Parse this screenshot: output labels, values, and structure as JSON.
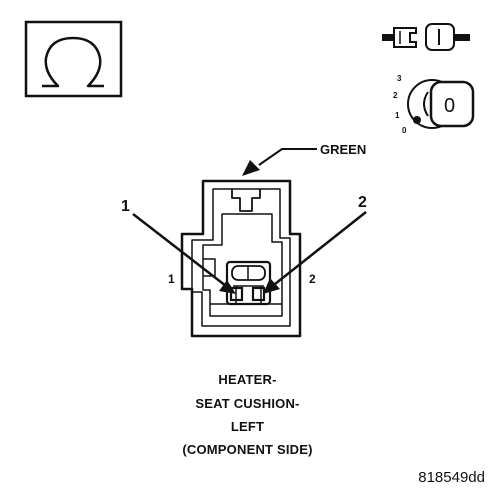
{
  "symbols": {
    "meter_icon": "ohm-symbol-icon",
    "meter_glyph": "Ω",
    "connector_icon": "connector-unplugged-icon",
    "ignition_icon": "ignition-switch-icon",
    "ignition_positions": [
      "3",
      "2",
      "1",
      "0"
    ],
    "ignition_key_label": "0"
  },
  "connector": {
    "wire_color_label": "GREEN",
    "callout_left": "1",
    "callout_right": "2",
    "pin_left": "1",
    "pin_right": "2"
  },
  "caption": {
    "line1": "HEATER-",
    "line2": "SEAT CUSHION-",
    "line3": "LEFT",
    "line4": "(COMPONENT SIDE)"
  },
  "drawing_id": "818549dd"
}
